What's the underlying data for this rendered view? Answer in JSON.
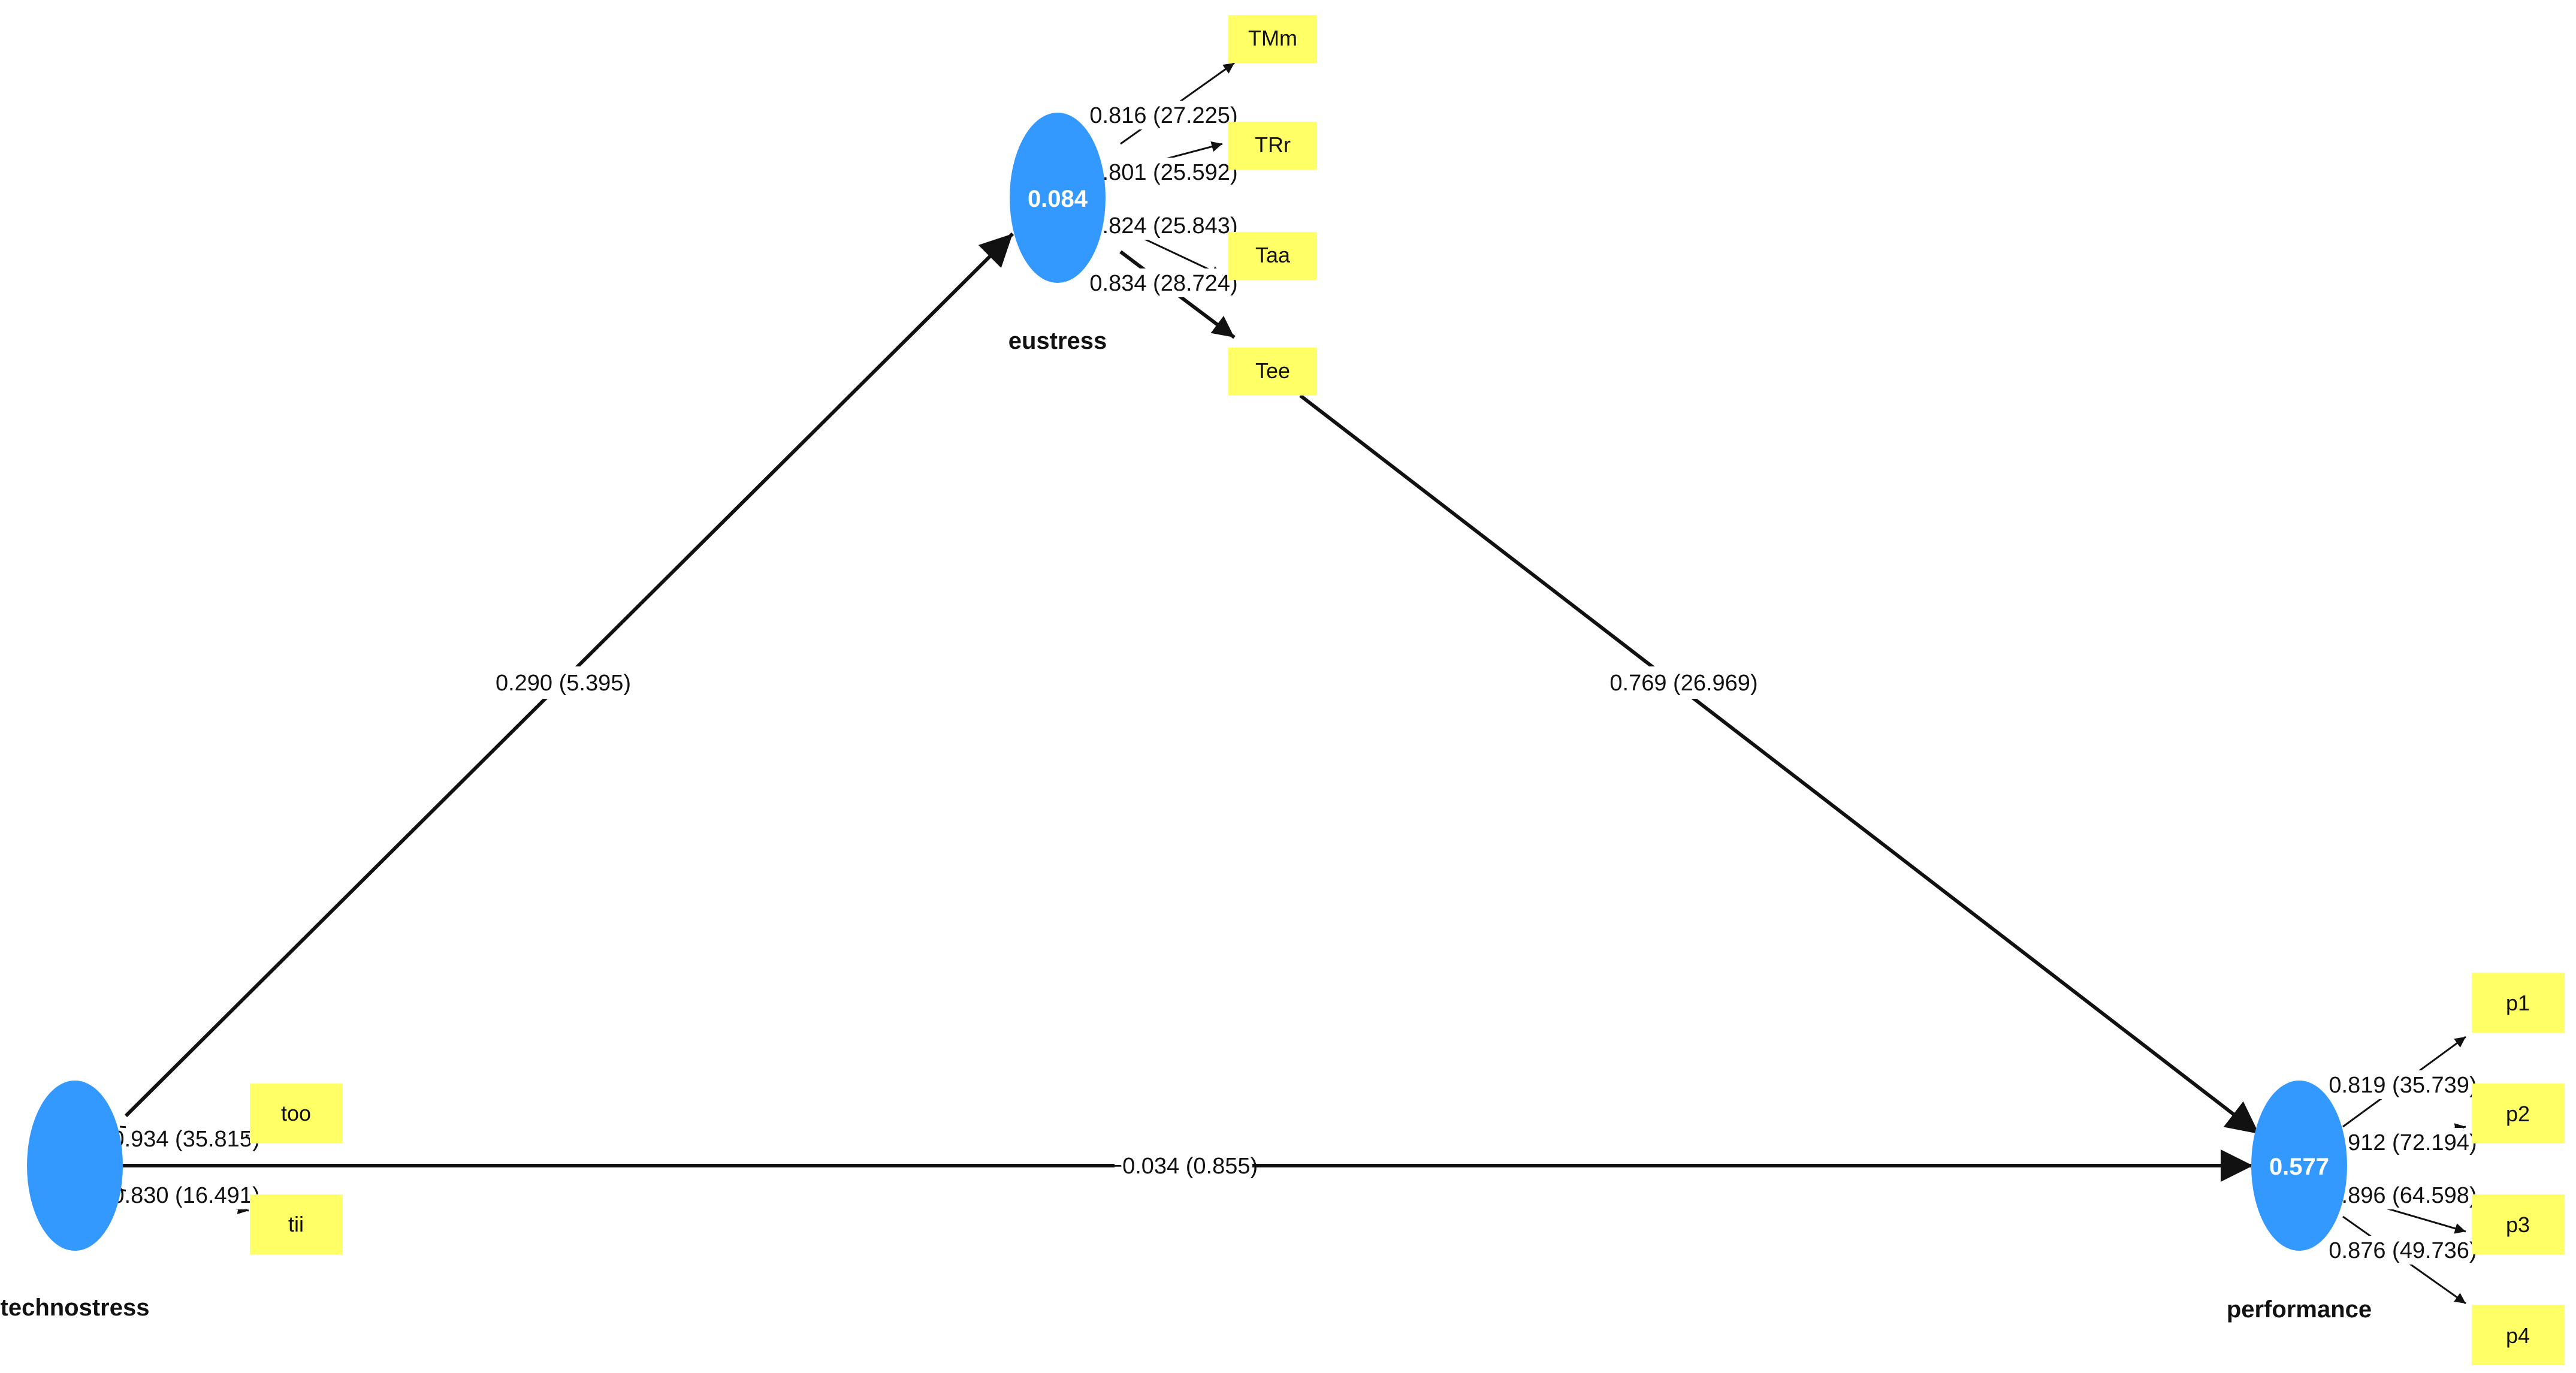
{
  "colors": {
    "construct": "#3399ff",
    "indicator": "#ffff66",
    "line": "#111111",
    "background": "#ffffff"
  },
  "constructs": {
    "technostress": {
      "name": "technostress",
      "value": ""
    },
    "eustress": {
      "name": "eustress",
      "value": "0.084"
    },
    "performance": {
      "name": "performance",
      "value": "0.577"
    }
  },
  "paths": {
    "techno_eustress": "0.290 (5.395)",
    "eustress_performance": "0.769 (26.969)",
    "techno_performance": "−0.034 (0.855)"
  },
  "indicators": {
    "technostress": [
      {
        "name": "too",
        "loading": "0.934 (35.815)"
      },
      {
        "name": "tii",
        "loading": "0.830 (16.491)"
      }
    ],
    "eustress": [
      {
        "name": "TMm",
        "loading": "0.816 (27.225)"
      },
      {
        "name": "TRr",
        "loading": "0.801 (25.592)"
      },
      {
        "name": "Taa",
        "loading": "0.824 (25.843)"
      },
      {
        "name": "Tee",
        "loading": "0.834 (28.724)"
      }
    ],
    "performance": [
      {
        "name": "p1",
        "loading": "0.819 (35.739)"
      },
      {
        "name": "p2",
        "loading": "0.912 (72.194)"
      },
      {
        "name": "p3",
        "loading": "0.896 (64.598)"
      },
      {
        "name": "p4",
        "loading": "0.876 (49.736)"
      }
    ]
  }
}
